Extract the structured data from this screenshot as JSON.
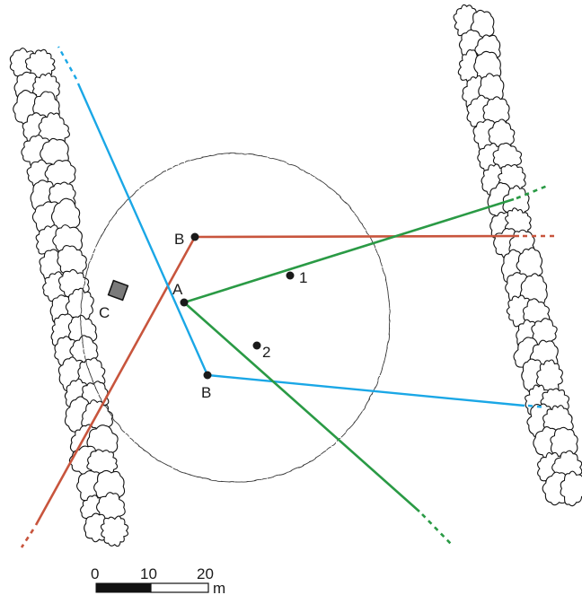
{
  "colors": {
    "red_line": "#c8553d",
    "blue_line": "#1aa7e6",
    "green_line": "#2a9a45",
    "point": "#1a1a1a",
    "marker_fill": "#7a7a7a",
    "ring": "#3a3a3a",
    "tree_stroke": "#111111"
  },
  "points": {
    "A": "A",
    "B_upper": "B",
    "B_lower": "B",
    "C": "C",
    "p1": "1",
    "p2": "2"
  },
  "scale_bar": {
    "ticks": [
      "0",
      "10",
      "20"
    ],
    "unit": "m"
  },
  "icons": {
    "marker_c": "square-marker-icon",
    "tree_rows": "tree-canopy-icon"
  }
}
